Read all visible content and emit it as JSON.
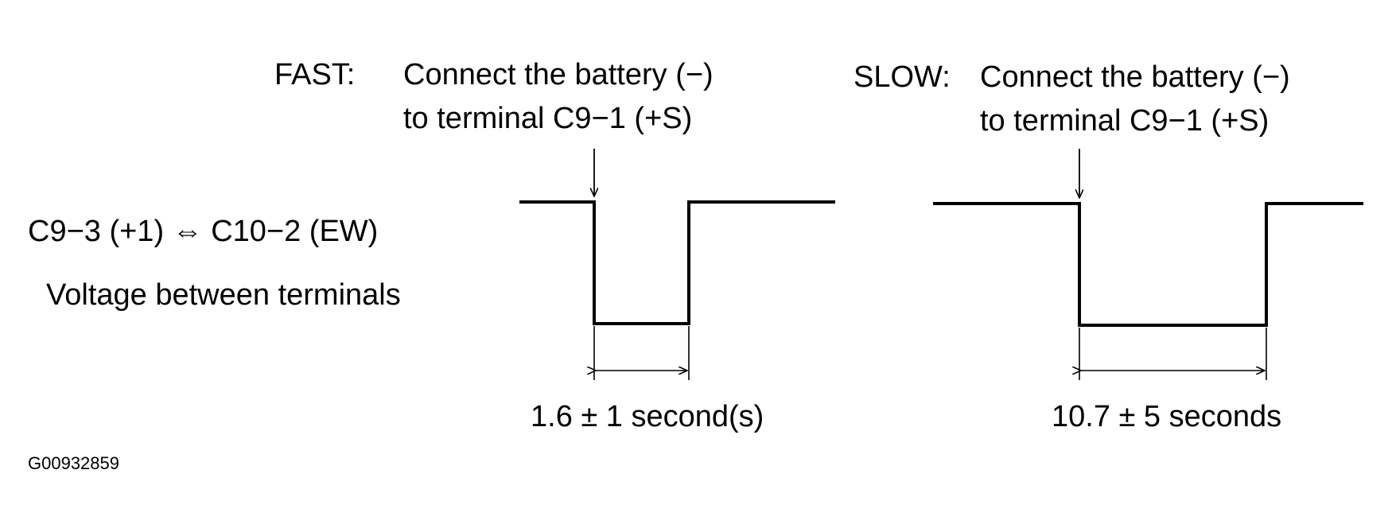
{
  "terminals_label": "C9−3 (+1) ⇔ C10−2 (EW)",
  "measurement_label": "Voltage between terminals",
  "fast": {
    "mode_label": "FAST:",
    "instruction_line1": "Connect the battery (−)",
    "instruction_line2": "to terminal C9−1 (+S)",
    "duration_label": "1.6 ± 1 second(s)"
  },
  "slow": {
    "mode_label": "SLOW:",
    "instruction_line1": "Connect the battery (−)",
    "instruction_line2": "to terminal C9−1 (+S)",
    "duration_label": "10.7 ± 5 seconds"
  },
  "figure_id": "G00932859"
}
